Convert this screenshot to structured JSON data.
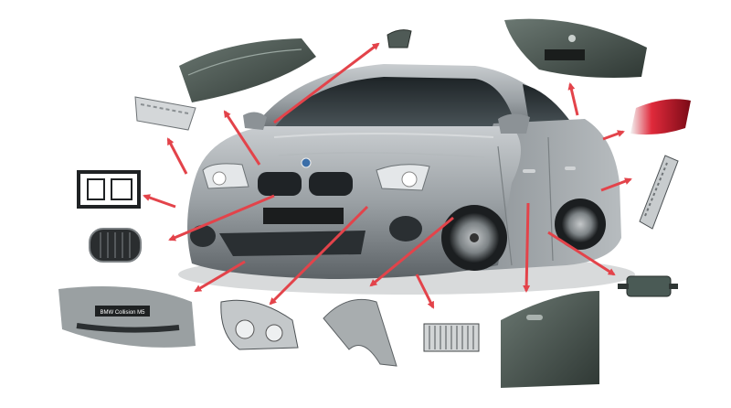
{
  "image": {
    "subject": "car-parts-diagram",
    "front_plate_text": "",
    "bumper_badge_text": "BMW Collision M5",
    "colors": {
      "body": "#9ea3a6",
      "body_dark": "#5e6468",
      "glass": "#2c3236",
      "arrow": "#e3434a",
      "taillight": "#c8102e",
      "panel": "#4d5a55"
    },
    "parts": [
      {
        "name": "hood",
        "icon": "hood-icon"
      },
      {
        "name": "side-mirror",
        "icon": "mirror-icon"
      },
      {
        "name": "trunk-lid",
        "icon": "trunk-icon"
      },
      {
        "name": "tail-light",
        "icon": "taillight-icon"
      },
      {
        "name": "rear-reinforcement",
        "icon": "reinforcement-icon"
      },
      {
        "name": "front-bracket",
        "icon": "bracket-icon"
      },
      {
        "name": "radiator-support",
        "icon": "radiator-support-icon"
      },
      {
        "name": "kidney-grille",
        "icon": "grille-icon"
      },
      {
        "name": "front-bumper",
        "icon": "bumper-icon"
      },
      {
        "name": "headlight",
        "icon": "headlight-icon"
      },
      {
        "name": "fender",
        "icon": "fender-icon"
      },
      {
        "name": "radiator",
        "icon": "radiator-icon"
      },
      {
        "name": "door",
        "icon": "door-icon"
      },
      {
        "name": "muffler",
        "icon": "muffler-icon"
      }
    ]
  }
}
